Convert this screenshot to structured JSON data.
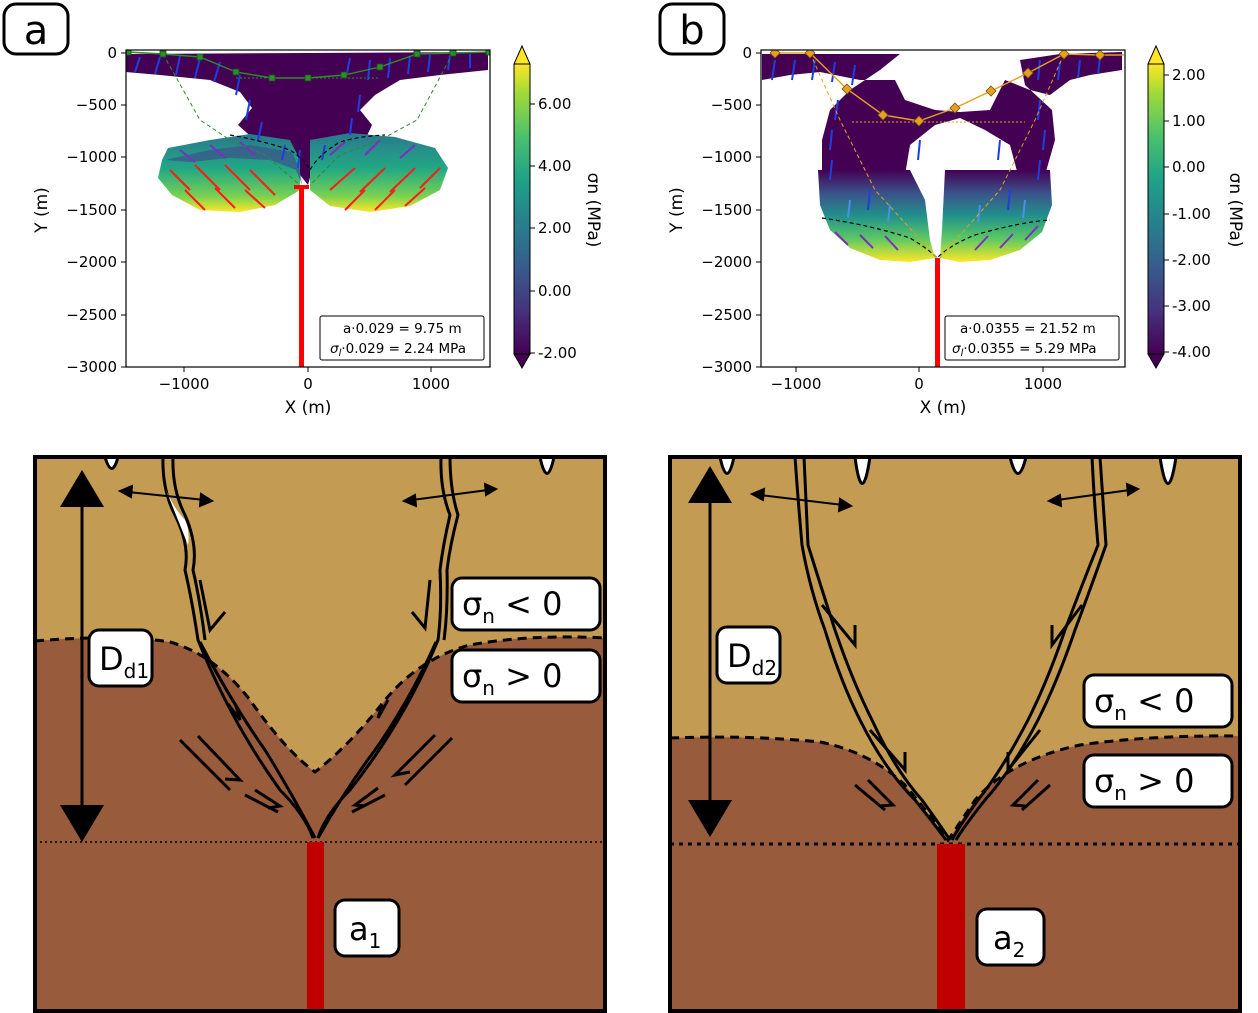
{
  "panel_a": {
    "letter": "a",
    "xlabel": "X (m)",
    "ylabel": "Y (m)",
    "x_ticks": [
      "−1000",
      "0",
      "1000"
    ],
    "y_ticks": [
      "0",
      "−500",
      "−1000",
      "−1500",
      "−2000",
      "−2500",
      "−3000"
    ],
    "colorbar_label": "σn (MPa)",
    "colorbar_ticks": [
      "6.00",
      "4.00",
      "2.00",
      "0.00",
      "-2.00"
    ],
    "legend_line1": "a·0.029 = 9.75 m",
    "legend_line2_prefix": "σ",
    "legend_line2_sub": "l",
    "legend_line2_rest": "·0.029 = 2.24 MPa"
  },
  "panel_b": {
    "letter": "b",
    "xlabel": "X (m)",
    "ylabel": "Y (m)",
    "x_ticks": [
      "−1000",
      "0",
      "1000"
    ],
    "y_ticks": [
      "0",
      "−500",
      "−1000",
      "−1500",
      "−2000",
      "−2500",
      "−3000"
    ],
    "colorbar_label": "σn (MPa)",
    "colorbar_ticks": [
      "2.00",
      "1.00",
      "0.00",
      "-1.00",
      "-2.00",
      "-3.00",
      "-4.00"
    ],
    "legend_line1": "a·0.0355 = 21.52 m",
    "legend_line2_prefix": "σ",
    "legend_line2_sub": "l",
    "legend_line2_rest": "·0.0355 = 5.29 MPa"
  },
  "schematic_a": {
    "label_depth": "D",
    "label_depth_sub": "d1",
    "label_neg": "σ",
    "label_neg_sub": "n",
    "label_neg_rest": " < 0",
    "label_pos": "σ",
    "label_pos_sub": "n",
    "label_pos_rest": " > 0",
    "label_a": "a",
    "label_a_sub": "1"
  },
  "schematic_b": {
    "label_depth": "D",
    "label_depth_sub": "d2",
    "label_neg": "σ",
    "label_neg_sub": "n",
    "label_neg_rest": " < 0",
    "label_pos": "σ",
    "label_pos_sub": "n",
    "label_pos_rest": " > 0",
    "label_a": "a",
    "label_a_sub": "2"
  },
  "colors": {
    "upper_layer": "#c49b52",
    "lower_layer": "#985b3c",
    "fracture_red": "#ff0000",
    "schematic_red": "#c00000",
    "marker_green": "#2e8b2e",
    "marker_orange": "#e6a020",
    "viridis_dark": "#440154"
  }
}
